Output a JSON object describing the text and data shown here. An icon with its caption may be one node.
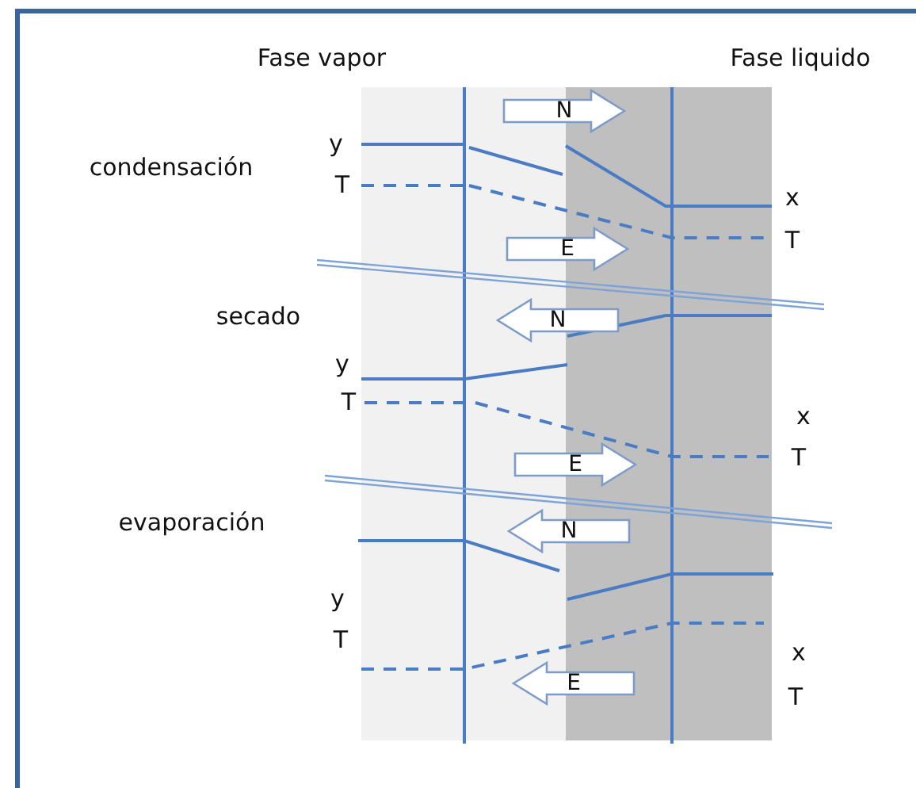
{
  "diagram": {
    "labels": [
      "Fase vapor",
      "Fase liquido",
      "N",
      "y",
      "condensación",
      "T",
      "x",
      "E",
      "T",
      "secado",
      "N",
      "y",
      "T",
      "x",
      "E",
      "T",
      "evaporación",
      "N",
      "y",
      "T",
      "x",
      "E",
      "T"
    ]
  }
}
